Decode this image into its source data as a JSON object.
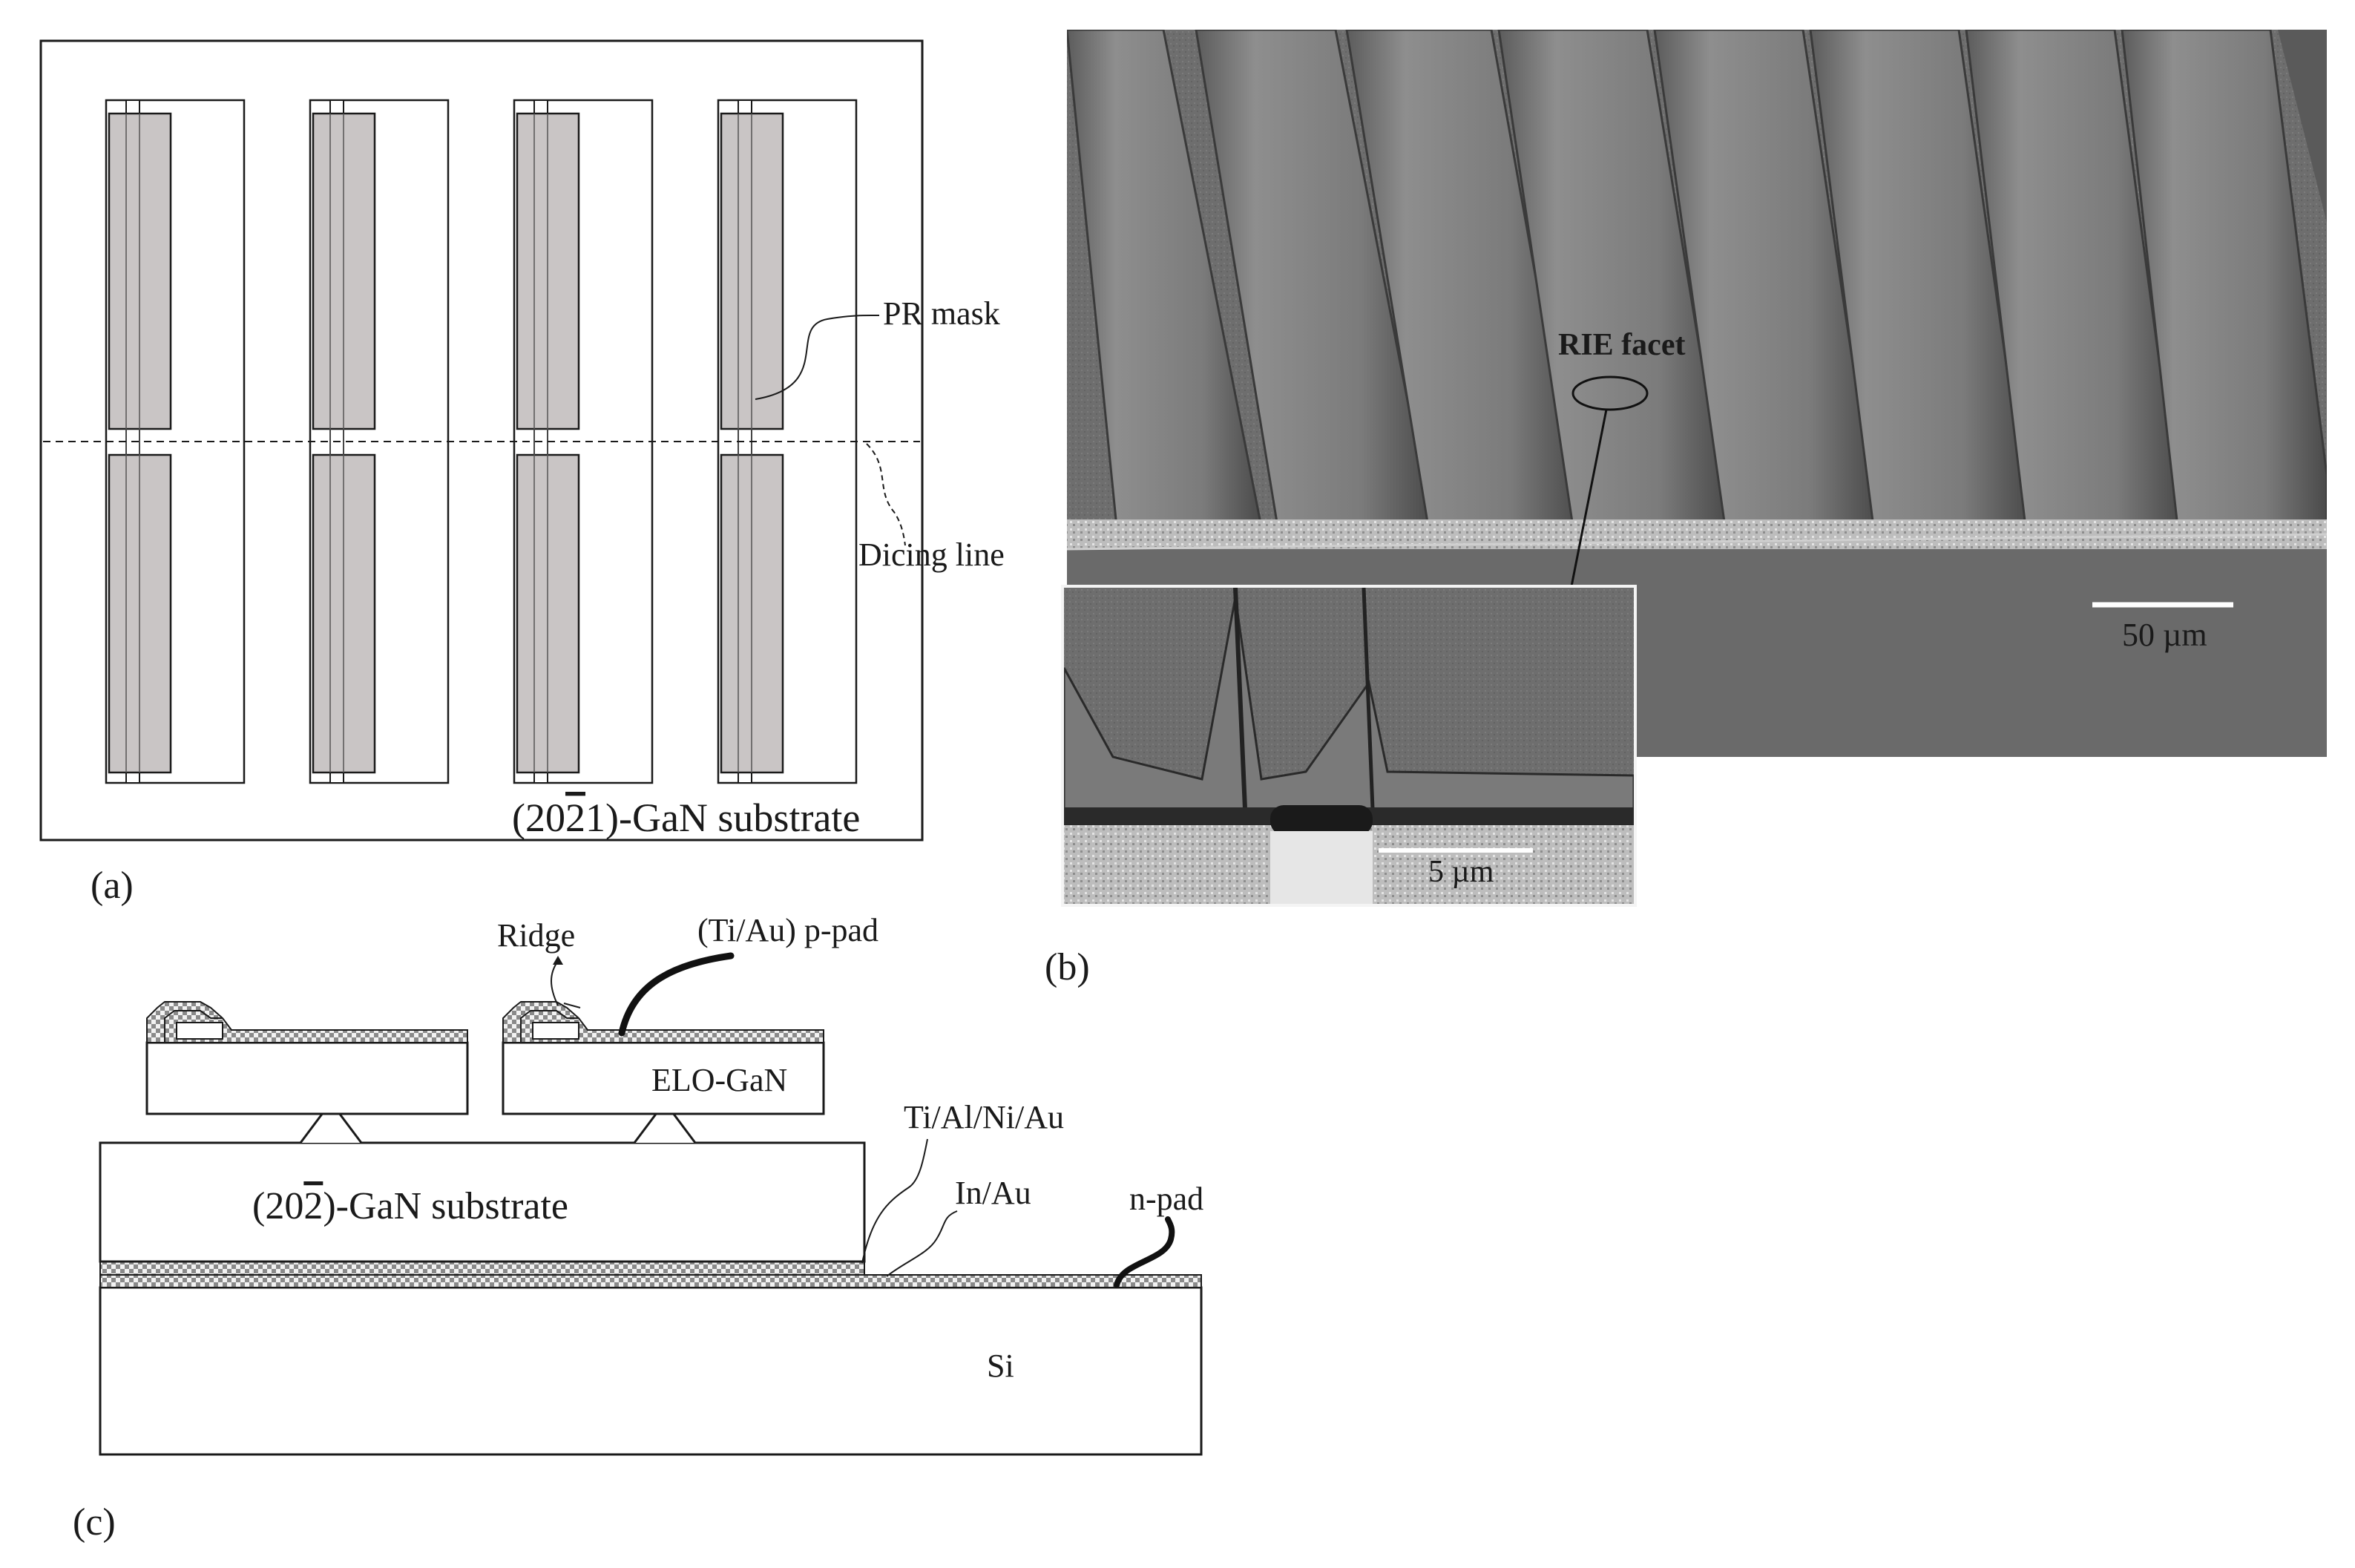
{
  "panel_a": {
    "panel_label": "(a)",
    "pr_mask_label": "PR mask",
    "dicing_line_label": "Dicing line",
    "substrate_pre": "(20",
    "substrate_bar": "2",
    "substrate_post": "1)-GaN substrate"
  },
  "panel_b": {
    "panel_label": "(b)",
    "facet_label": "RIE facet",
    "scale_main": "50 µm",
    "scale_inset": "5 µm"
  },
  "panel_c": {
    "panel_label": "(c)",
    "ridge_label": "Ridge",
    "ppad_label": "(Ti/Au) p-pad",
    "elo_label": "ELO-GaN",
    "metal_label": "Ti/Al/Ni/Au",
    "inau_label": "In/Au",
    "npad_label": "n-pad",
    "substrate_pre": "(20",
    "substrate_bar": "2",
    "substrate_post": ")-GaN substrate",
    "si_label": "Si"
  }
}
